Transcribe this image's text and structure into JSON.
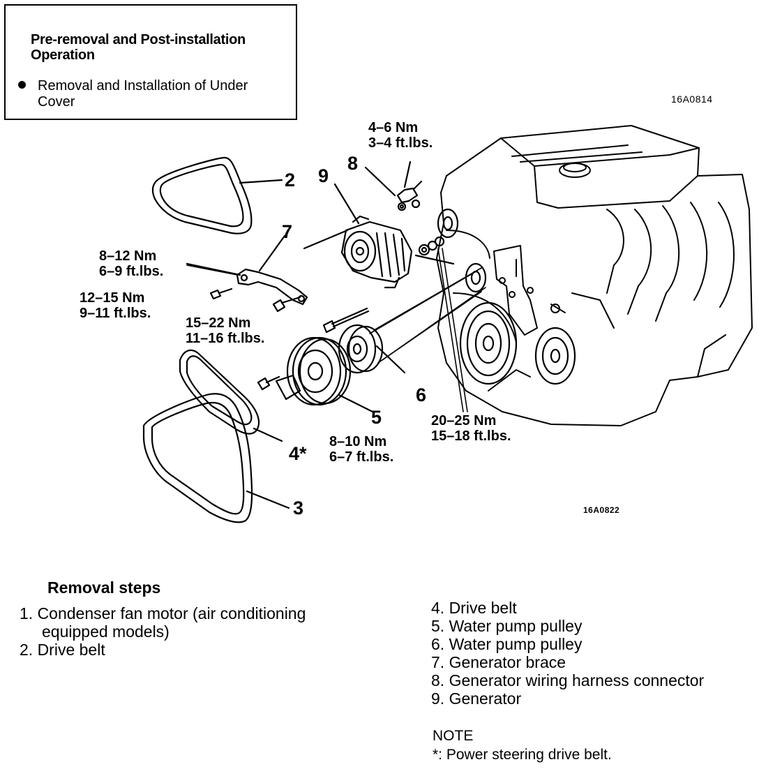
{
  "pre_box": {
    "title_line1": "Pre-removal and Post-installation",
    "title_line2": "Operation",
    "item_line1": "Removal and Installation of Under",
    "item_line2": "Cover"
  },
  "figure_codes": {
    "top": "16A0814",
    "bottom": "16A0822"
  },
  "torque_labels": {
    "t_4_6": {
      "nm": "4–6 Nm",
      "ft": "3–4 ft.lbs."
    },
    "t_8_12": {
      "nm": "8–12 Nm",
      "ft": "6–9 ft.lbs."
    },
    "t_12_15": {
      "nm": "12–15 Nm",
      "ft": "9–11 ft.lbs."
    },
    "t_15_22": {
      "nm": "15–22 Nm",
      "ft": "11–16 ft.lbs."
    },
    "t_8_10": {
      "nm": "8–10 Nm",
      "ft": "6–7 ft.lbs."
    },
    "t_20_25": {
      "nm": "20–25 Nm",
      "ft": "15–18 ft.lbs."
    }
  },
  "callouts": {
    "c2": "2",
    "c3": "3",
    "c4": "4*",
    "c5": "5",
    "c6": "6",
    "c7": "7",
    "c8": "8",
    "c9": "9"
  },
  "removal_steps": {
    "title": "Removal steps",
    "col1": [
      "1. Condenser fan motor (air conditioning",
      "equipped models)",
      "2. Drive belt"
    ],
    "col2": [
      "4. Drive belt",
      "5. Water pump pulley",
      "6. Water pump pulley",
      "7. Generator brace",
      "8. Generator wiring harness connector",
      "9. Generator"
    ]
  },
  "note": {
    "heading": "NOTE",
    "text": "*: Power steering drive belt."
  }
}
